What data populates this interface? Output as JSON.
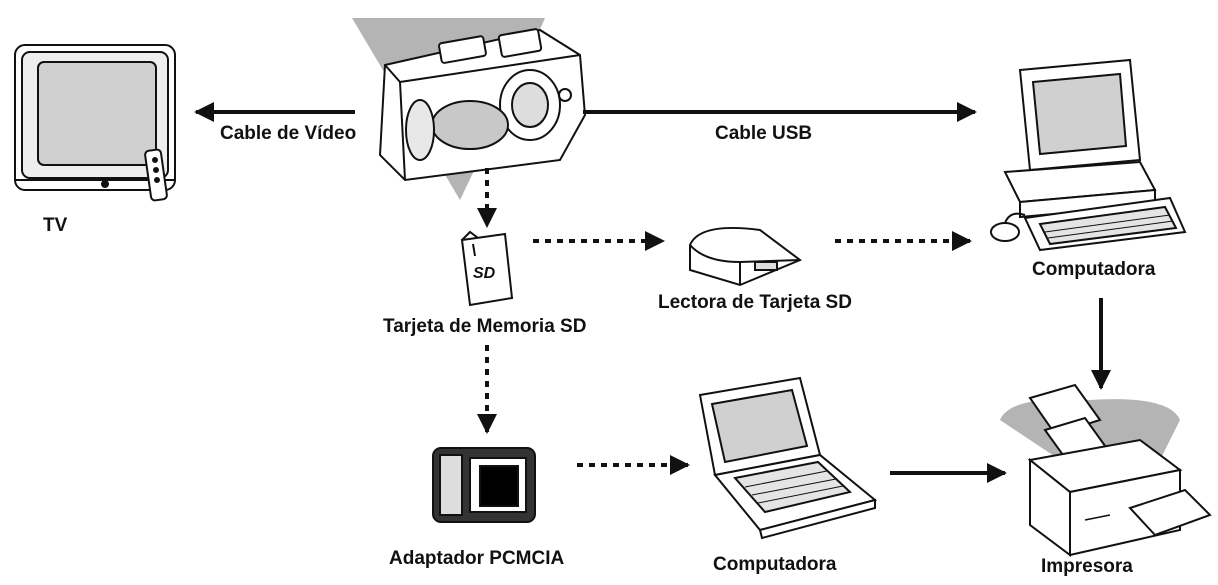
{
  "labels": {
    "tv": "TV",
    "video_cable": "Cable de Vídeo",
    "usb_cable": "Cable USB",
    "computer_top": "Computadora",
    "sd_card": "Tarjeta de Memoria SD",
    "sd_reader": "Lectora de Tarjeta SD",
    "pcmcia": "Adaptador PCMCIA",
    "computer_laptop": "Computadora",
    "printer": "Impresora",
    "sd_logo": "SD"
  },
  "colors": {
    "line": "#111111",
    "shadow": "#b4b4b4",
    "fill": "#ffffff",
    "screen": "#cfcfcf"
  }
}
